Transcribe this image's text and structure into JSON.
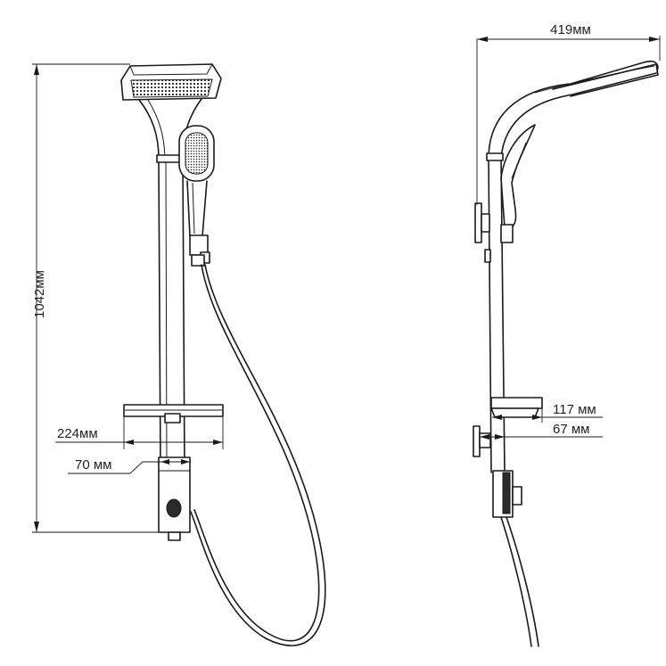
{
  "front_view": {
    "height_label": "1042мм",
    "shelf_width_label": "224мм",
    "pipe_diameter_label": "70 мм"
  },
  "side_view": {
    "reach_label": "419мм",
    "shelf_depth_label": "117 мм",
    "wall_offset_label": "67 мм"
  }
}
